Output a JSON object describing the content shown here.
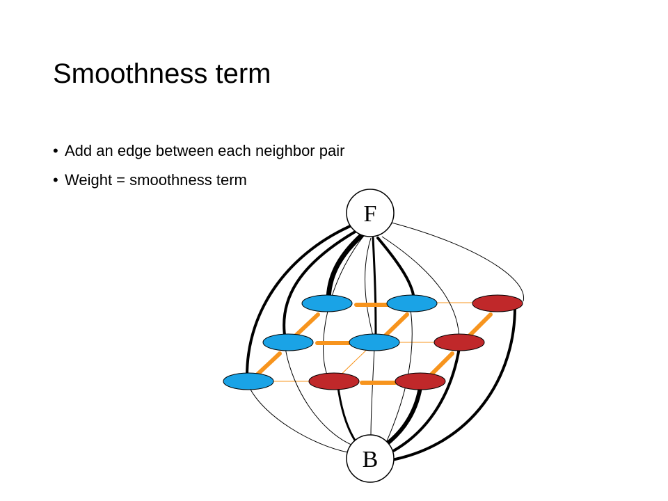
{
  "slide": {
    "title": "Smoothness term",
    "bullets": [
      "Add an edge between each neighbor pair",
      "Weight = smoothness term"
    ]
  },
  "graph": {
    "terminals": [
      {
        "id": "F",
        "label": "F"
      },
      {
        "id": "B",
        "label": "B"
      }
    ],
    "colors": {
      "foreground_pixel": "#1aa3e6",
      "background_pixel": "#c0282a",
      "neighbor_edge": "#f7941d",
      "terminal_edge": "#000000",
      "terminal_fill": "#ffffff"
    }
  }
}
